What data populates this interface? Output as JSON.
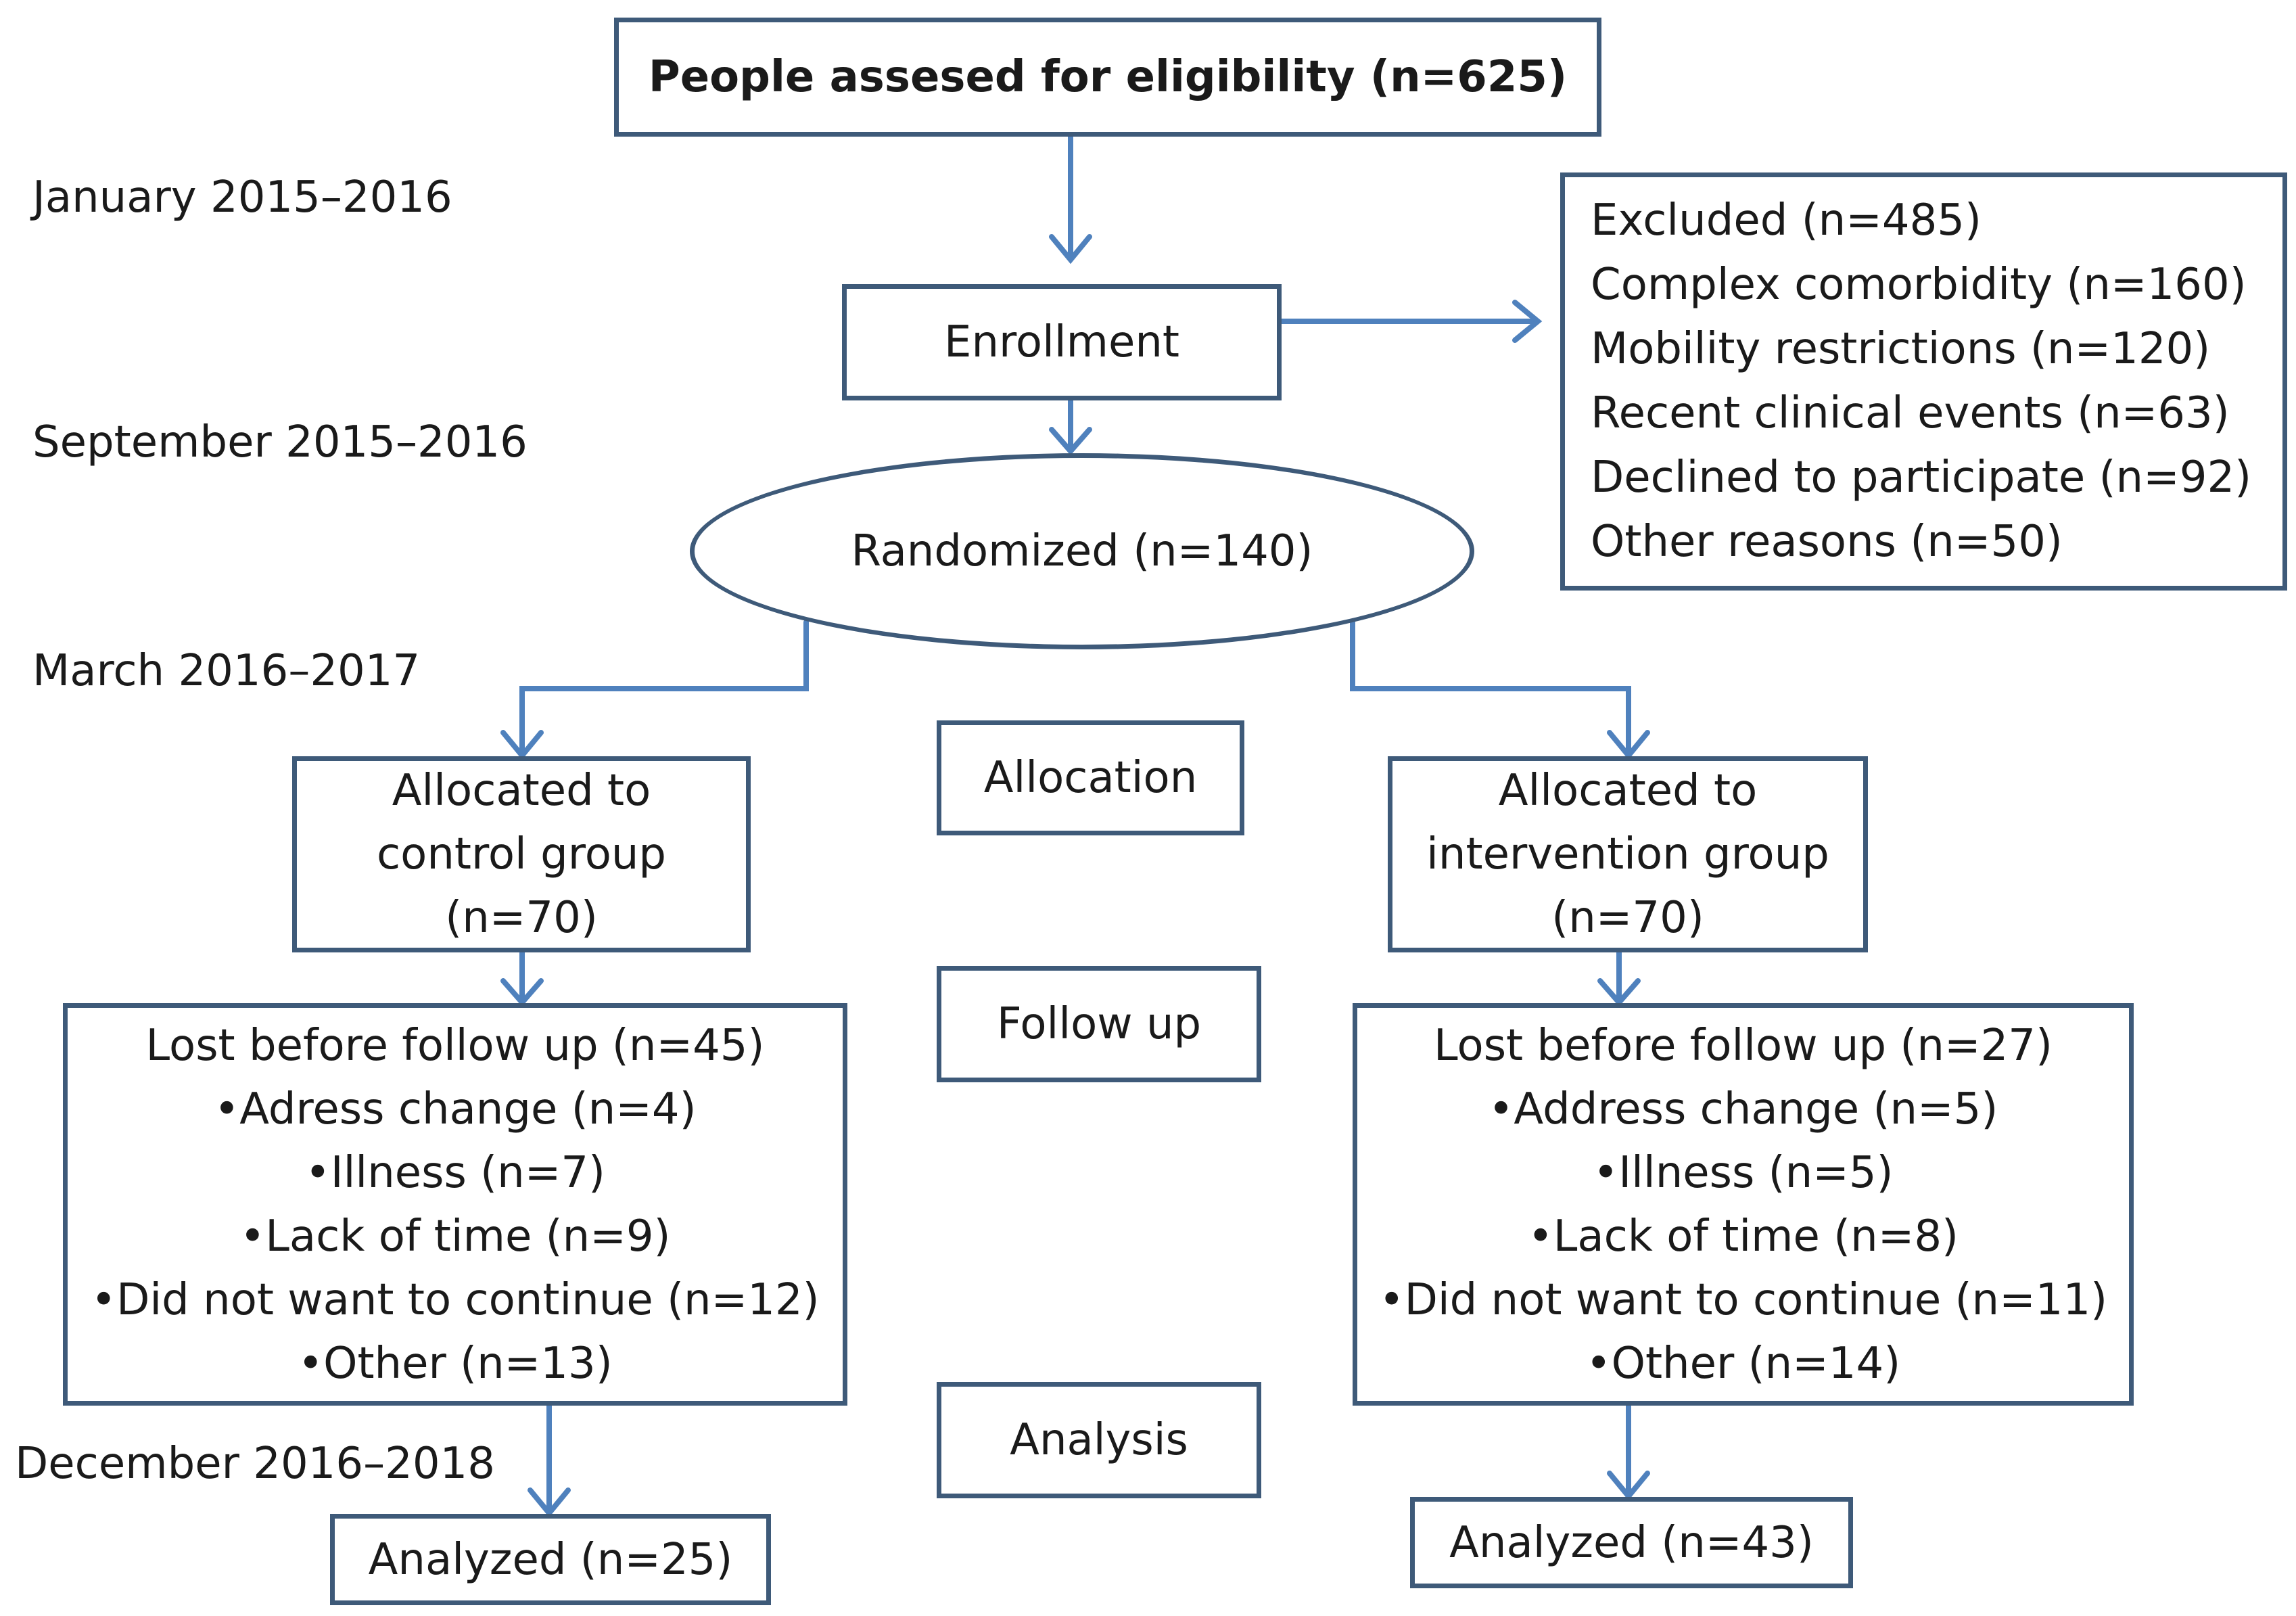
{
  "colors": {
    "border": "#3e5a79",
    "arrow": "#4f81bd",
    "text": "#1a1a1a"
  },
  "periods": {
    "p1": "January 2015–2016",
    "p2": "September 2015–2016",
    "p3": "March 2016–2017",
    "p4": "December 2016–2018"
  },
  "assessed": "People assesed for eligibility (n=625)",
  "enrollment": "Enrollment",
  "excluded": {
    "items": [
      "Excluded (n=485)",
      "Complex comorbidity (n=160)",
      "Mobility restrictions (n=120)",
      "Recent clinical events (n=63)",
      "Declined to participate (n=92)",
      "Other reasons (n=50)"
    ]
  },
  "randomized": "Randomized (n=140)",
  "stages": {
    "allocation": "Allocation",
    "follow_up": "Follow up",
    "analysis": "Analysis"
  },
  "control": {
    "allocated": [
      "Allocated to",
      "control group",
      "(n=70)"
    ],
    "lost": [
      "Lost before follow up (n=45)",
      "•Adress change (n=4)",
      "•Illness (n=7)",
      "•Lack of time (n=9)",
      "•Did not want to continue (n=12)",
      "•Other (n=13)"
    ],
    "analyzed": "Analyzed (n=25)"
  },
  "intervention": {
    "allocated": [
      "Allocated to",
      "intervention group",
      "(n=70)"
    ],
    "lost": [
      "Lost before follow up (n=27)",
      "•Address change (n=5)",
      "•Illness (n=5)",
      "•Lack of time (n=8)",
      "•Did not want to continue (n=11)",
      "•Other (n=14)"
    ],
    "analyzed": "Analyzed (n=43)"
  }
}
